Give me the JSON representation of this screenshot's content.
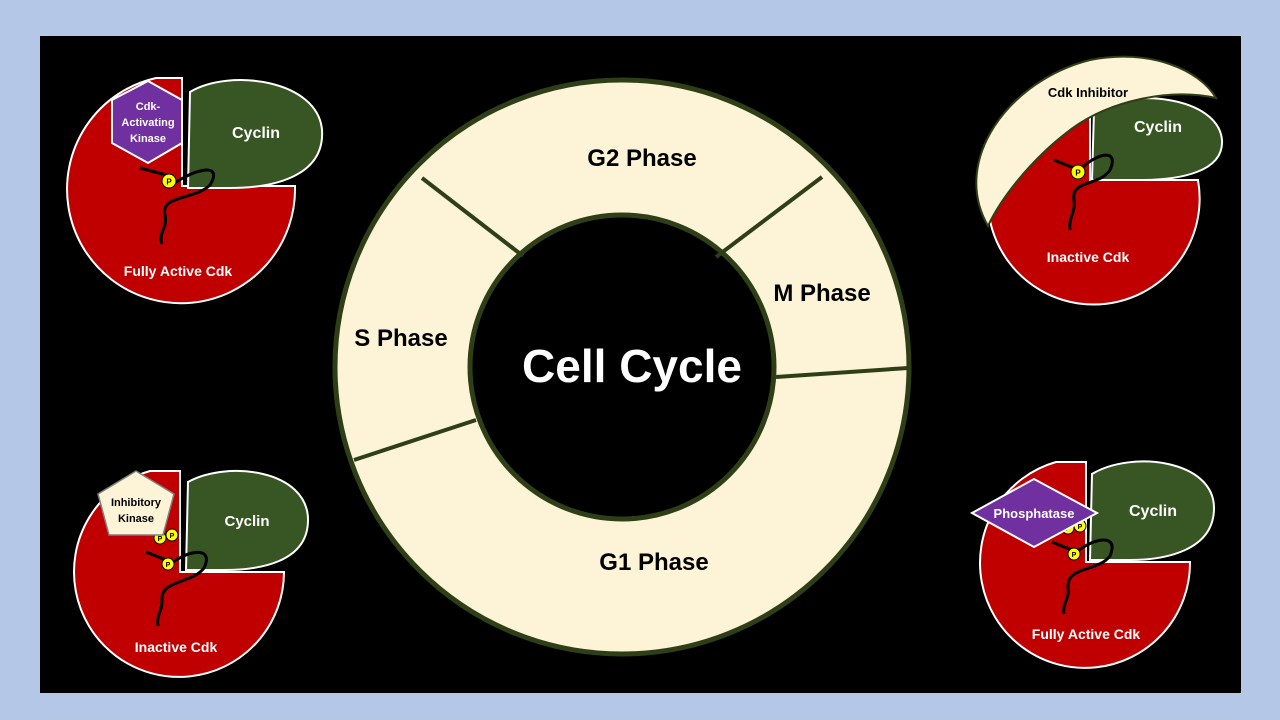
{
  "colors": {
    "frame": "#b4c7e7",
    "background": "#000000",
    "ring_fill": "#fdf3d6",
    "ring_stroke": "#2e3f17",
    "cdk_red": "#c00000",
    "cyclin_green": "#375623",
    "kinase_purple": "#7030a0",
    "phosphate_yellow": "#ffff00",
    "outline_white": "#ffffff"
  },
  "cycle": {
    "center_label": "Cell Cycle",
    "phases": [
      {
        "name": "G2 Phase"
      },
      {
        "name": "M Phase"
      },
      {
        "name": "G1 Phase"
      },
      {
        "name": "S Phase"
      }
    ]
  },
  "panels": {
    "top_left": {
      "cyclin_label": "Cyclin",
      "enzyme_label_lines": [
        "Cdk-",
        "Activating",
        "Kinase"
      ],
      "cdk_label": "Fully Active Cdk",
      "phosphate_label": "P"
    },
    "bottom_left": {
      "cyclin_label": "Cyclin",
      "enzyme_label_lines": [
        "Inhibitory",
        "Kinase"
      ],
      "cdk_label": "Inactive Cdk",
      "phosphate_label": "P"
    },
    "top_right": {
      "cyclin_label": "Cyclin",
      "inhibitor_label": "Cdk Inhibitor",
      "cdk_label": "Inactive Cdk",
      "phosphate_label": "P"
    },
    "bottom_right": {
      "cyclin_label": "Cyclin",
      "enzyme_label": "Phosphatase",
      "cdk_label": "Fully Active Cdk",
      "phosphate_label": "P"
    }
  }
}
